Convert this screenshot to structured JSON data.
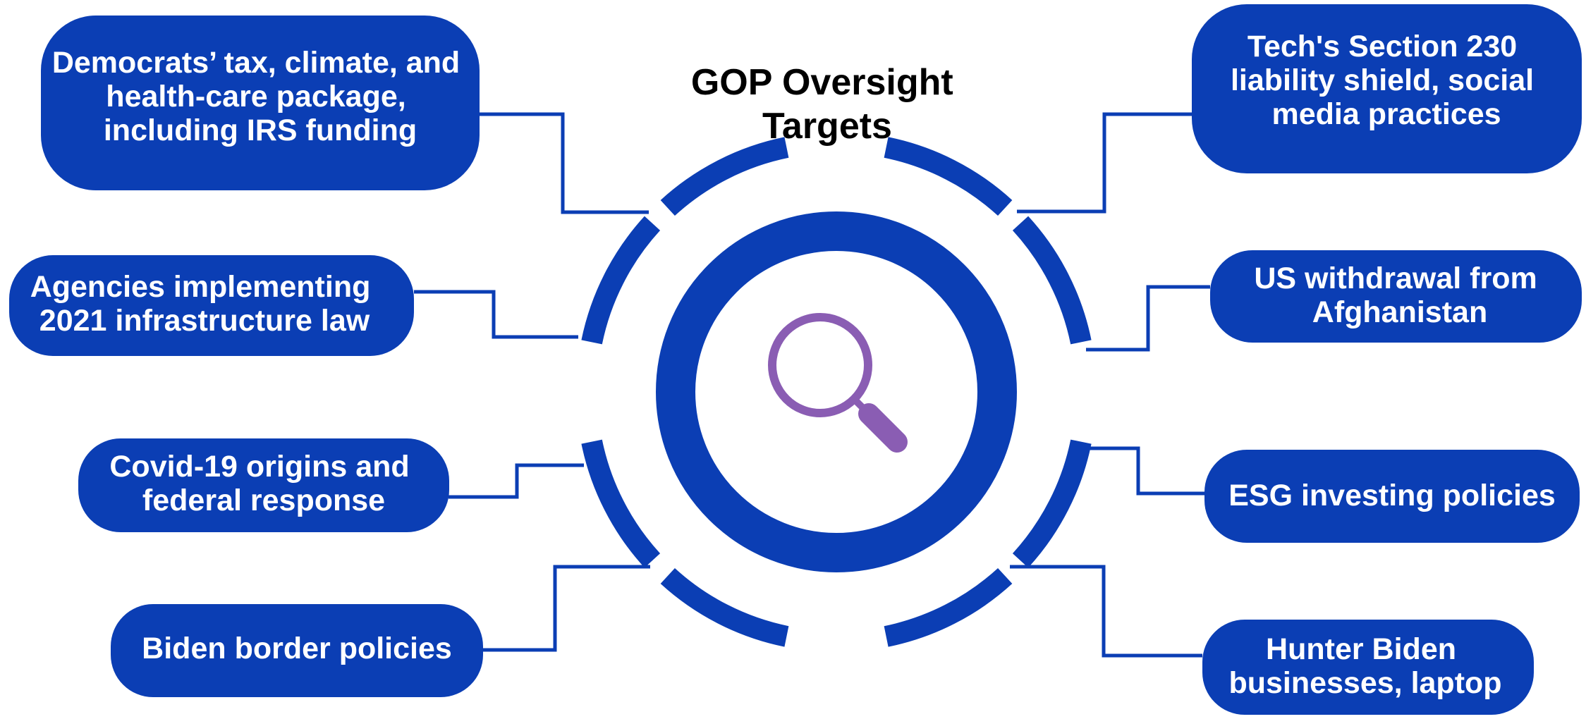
{
  "title": {
    "line1": "GOP Oversight",
    "line2": "Targets"
  },
  "colors": {
    "box": "#0b3eb4",
    "ring": "#0b3eb4",
    "icon": "#8a5db3",
    "text": "#ffffff",
    "background": "#ffffff"
  },
  "center_icon": "magnifying-glass-icon",
  "targets_left": [
    {
      "lines": [
        "Democrats’ tax, climate, and",
        "health-care package,",
        "including IRS funding"
      ]
    },
    {
      "lines": [
        "Agencies implementing",
        "2021 infrastructure law"
      ]
    },
    {
      "lines": [
        "Covid-19 origins and",
        "federal response"
      ]
    },
    {
      "lines": [
        "Biden border policies"
      ]
    }
  ],
  "targets_right": [
    {
      "lines": [
        "Tech's Section 230",
        "liability shield, social",
        "media practices"
      ]
    },
    {
      "lines": [
        "US withdrawal from",
        "Afghanistan"
      ]
    },
    {
      "lines": [
        "ESG investing policies"
      ]
    },
    {
      "lines": [
        "Hunter Biden",
        "businesses, laptop"
      ]
    }
  ]
}
